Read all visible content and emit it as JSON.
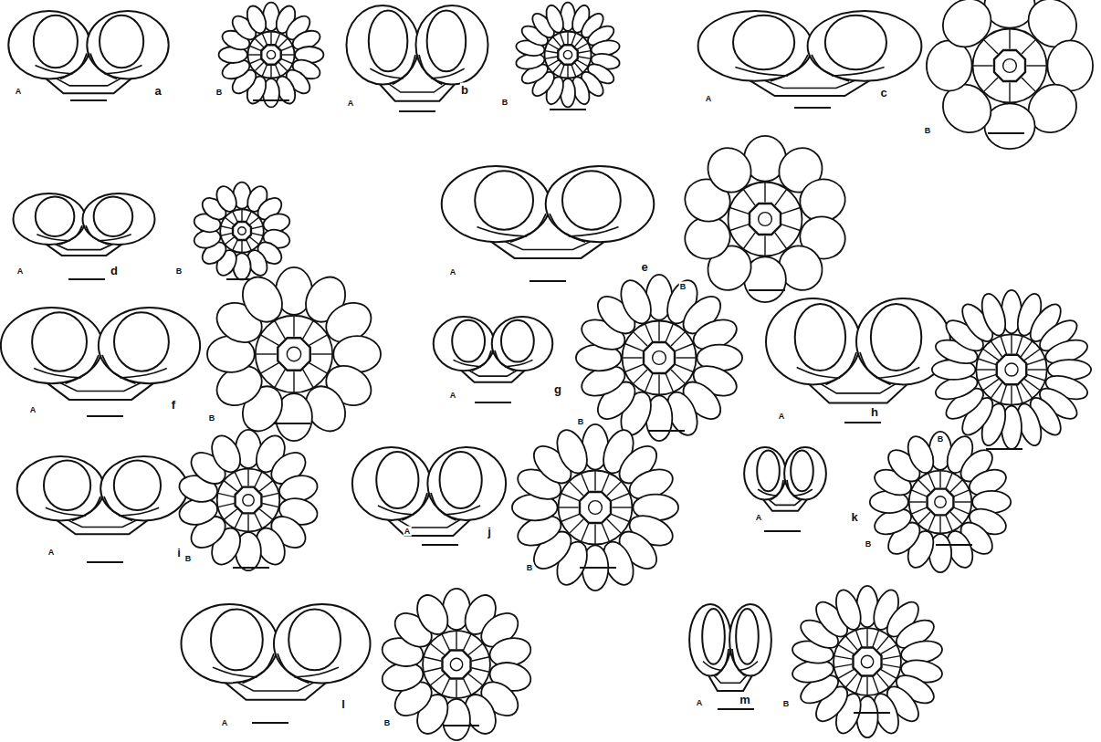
{
  "diagram": {
    "labels": [
      "A",
      "a",
      "B",
      "A",
      "b",
      "B",
      "A",
      "c",
      "B",
      "A",
      "d",
      "B",
      "A",
      "e",
      "B",
      "A",
      "f",
      "B",
      "A",
      "g",
      "B",
      "A",
      "h",
      "B",
      "A",
      "i",
      "B",
      "A",
      "j",
      "B",
      "A",
      "k",
      "B",
      "A",
      "l",
      "B",
      "A",
      "m",
      "B"
    ]
  }
}
